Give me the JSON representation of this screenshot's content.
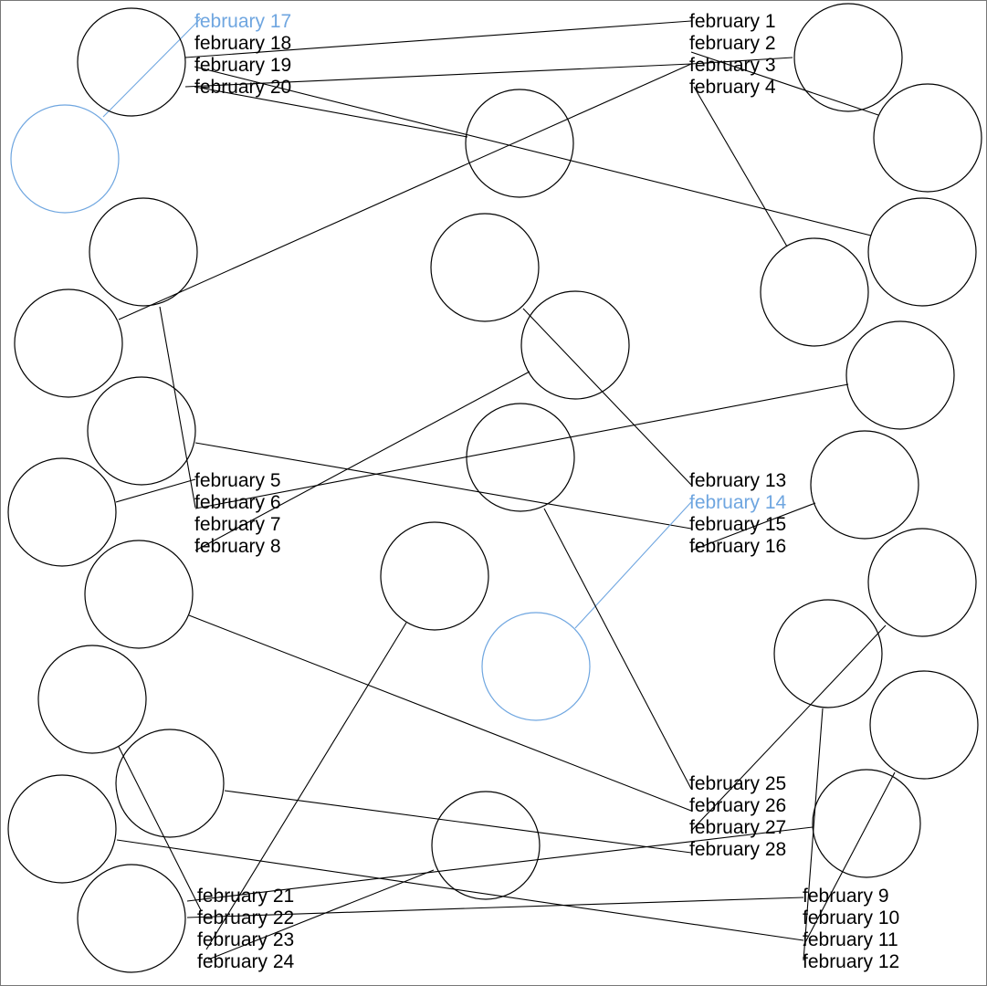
{
  "colors": {
    "default": "#000000",
    "highlight": "#6fa6e0"
  },
  "label_groups": [
    {
      "id": "top-left",
      "labels": [
        {
          "text": "february 17",
          "highlight": true
        },
        {
          "text": "february 18",
          "highlight": false
        },
        {
          "text": "february 19",
          "highlight": false
        },
        {
          "text": "february 20",
          "highlight": false
        }
      ]
    },
    {
      "id": "top-right",
      "labels": [
        {
          "text": "february 1",
          "highlight": false
        },
        {
          "text": "february 2",
          "highlight": false
        },
        {
          "text": "february 3",
          "highlight": false
        },
        {
          "text": "february 4",
          "highlight": false
        }
      ]
    },
    {
      "id": "mid-left",
      "labels": [
        {
          "text": "february 5",
          "highlight": false
        },
        {
          "text": "february 6",
          "highlight": false
        },
        {
          "text": "february 7",
          "highlight": false
        },
        {
          "text": "february 8",
          "highlight": false
        }
      ]
    },
    {
      "id": "mid-right",
      "labels": [
        {
          "text": "february 13",
          "highlight": false
        },
        {
          "text": "february 14",
          "highlight": true
        },
        {
          "text": "february 15",
          "highlight": false
        },
        {
          "text": "february 16",
          "highlight": false
        }
      ]
    },
    {
      "id": "bottom-mid-right",
      "labels": [
        {
          "text": "february 25",
          "highlight": false
        },
        {
          "text": "february 26",
          "highlight": false
        },
        {
          "text": "february 27",
          "highlight": false
        },
        {
          "text": "february 28",
          "highlight": false
        }
      ]
    },
    {
      "id": "bottom-left",
      "labels": [
        {
          "text": "february 21",
          "highlight": false
        },
        {
          "text": "february 22",
          "highlight": false
        },
        {
          "text": "february 23",
          "highlight": false
        },
        {
          "text": "february 24",
          "highlight": false
        }
      ]
    },
    {
      "id": "bottom-right",
      "labels": [
        {
          "text": "february 9",
          "highlight": false
        },
        {
          "text": "february 10",
          "highlight": false
        },
        {
          "text": "february 11",
          "highlight": false
        },
        {
          "text": "february 12",
          "highlight": false
        }
      ]
    }
  ]
}
